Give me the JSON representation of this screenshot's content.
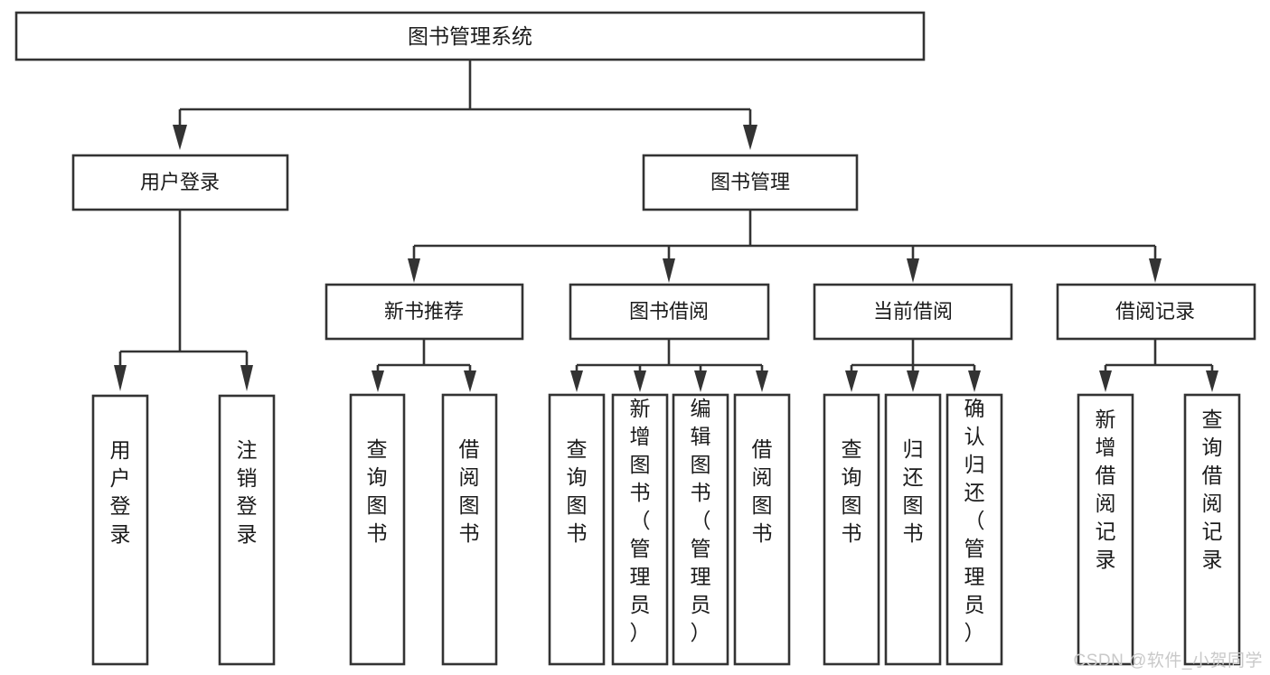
{
  "diagram": {
    "title": "图书管理系统",
    "type": "hierarchy-tree",
    "watermark": "CSDN @软件_小贺同学",
    "colors": {
      "stroke": "#333333",
      "fill": "#ffffff",
      "text": "#1b1b1b",
      "watermark": "#c9c9c9",
      "background": "#ffffff"
    },
    "root": {
      "label": "图书管理系统"
    },
    "level2": [
      {
        "label": "用户登录"
      },
      {
        "label": "图书管理"
      }
    ],
    "level3": [
      {
        "label": "新书推荐"
      },
      {
        "label": "图书借阅"
      },
      {
        "label": "当前借阅"
      },
      {
        "label": "借阅记录"
      }
    ],
    "leaves": {
      "user_login": [
        {
          "label": "用户登录"
        },
        {
          "label": "注销登录"
        }
      ],
      "new_book_recommend": [
        {
          "label": "查询图书"
        },
        {
          "label": "借阅图书"
        }
      ],
      "book_borrow": [
        {
          "label": "查询图书"
        },
        {
          "label": "新增图书（管理员）"
        },
        {
          "label": "编辑图书（管理员）"
        },
        {
          "label": "借阅图书"
        }
      ],
      "current_borrow": [
        {
          "label": "查询图书"
        },
        {
          "label": "归还图书"
        },
        {
          "label": "确认归还（管理员）"
        }
      ],
      "borrow_record": [
        {
          "label": "新增借阅记录"
        },
        {
          "label": "查询借阅记录"
        }
      ]
    }
  }
}
